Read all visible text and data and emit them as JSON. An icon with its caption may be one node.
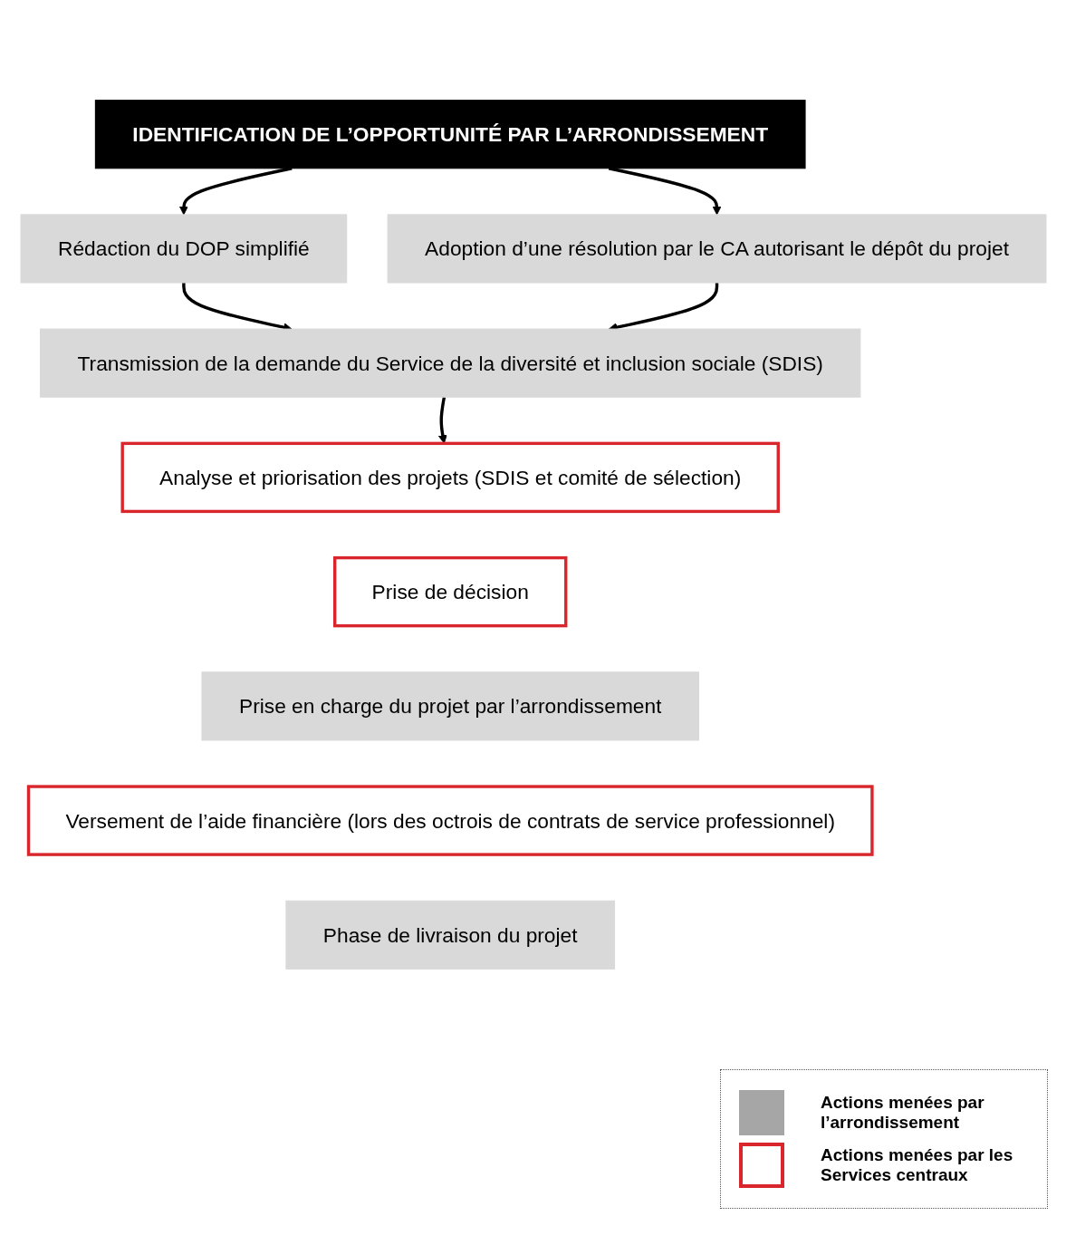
{
  "diagram": {
    "nodes": [
      {
        "text": [
          "IDENTIFICATION DE L’OPPORTUNITÉ PAR L’ARRONDISSEMENT"
        ]
      },
      {
        "text": [
          "Rédaction du DOP simplifié"
        ]
      },
      {
        "text": [
          "Adoption d’une résolution par le CA autorisant le dépôt du projet"
        ]
      },
      {
        "text": [
          "Transmission de la demande du Service de la diversité et inclusion sociale (SDIS)"
        ]
      },
      {
        "text": [
          "Analyse et priorisation des projets (SDIS et comité de sélection)"
        ]
      },
      {
        "text": [
          "Prise de décision"
        ]
      },
      {
        "text": [
          "Prise en charge du projet par l’arrondissement"
        ]
      },
      {
        "text": [
          "Versement de l’aide financière (lors des octrois de contrats de service professionnel)"
        ]
      },
      {
        "text": [
          "Phase de livraison du projet"
        ]
      }
    ],
    "edges": [
      {
        "from": 0,
        "to": 1,
        "arrow": "to"
      },
      {
        "from": 0,
        "to": 2,
        "arrow": "to"
      },
      {
        "from": 1,
        "to": 3,
        "arrow": "to"
      },
      {
        "from": 2,
        "to": 3,
        "arrow": "to"
      },
      {
        "from": 3,
        "to": 4,
        "arrow": "to"
      }
    ],
    "legend": [
      {
        "text": "Actions menées par l’arrondissement",
        "color": "#a6a6a6"
      },
      {
        "text": "Actions menées par les Services centraux",
        "color": "#d9262c"
      }
    ]
  }
}
